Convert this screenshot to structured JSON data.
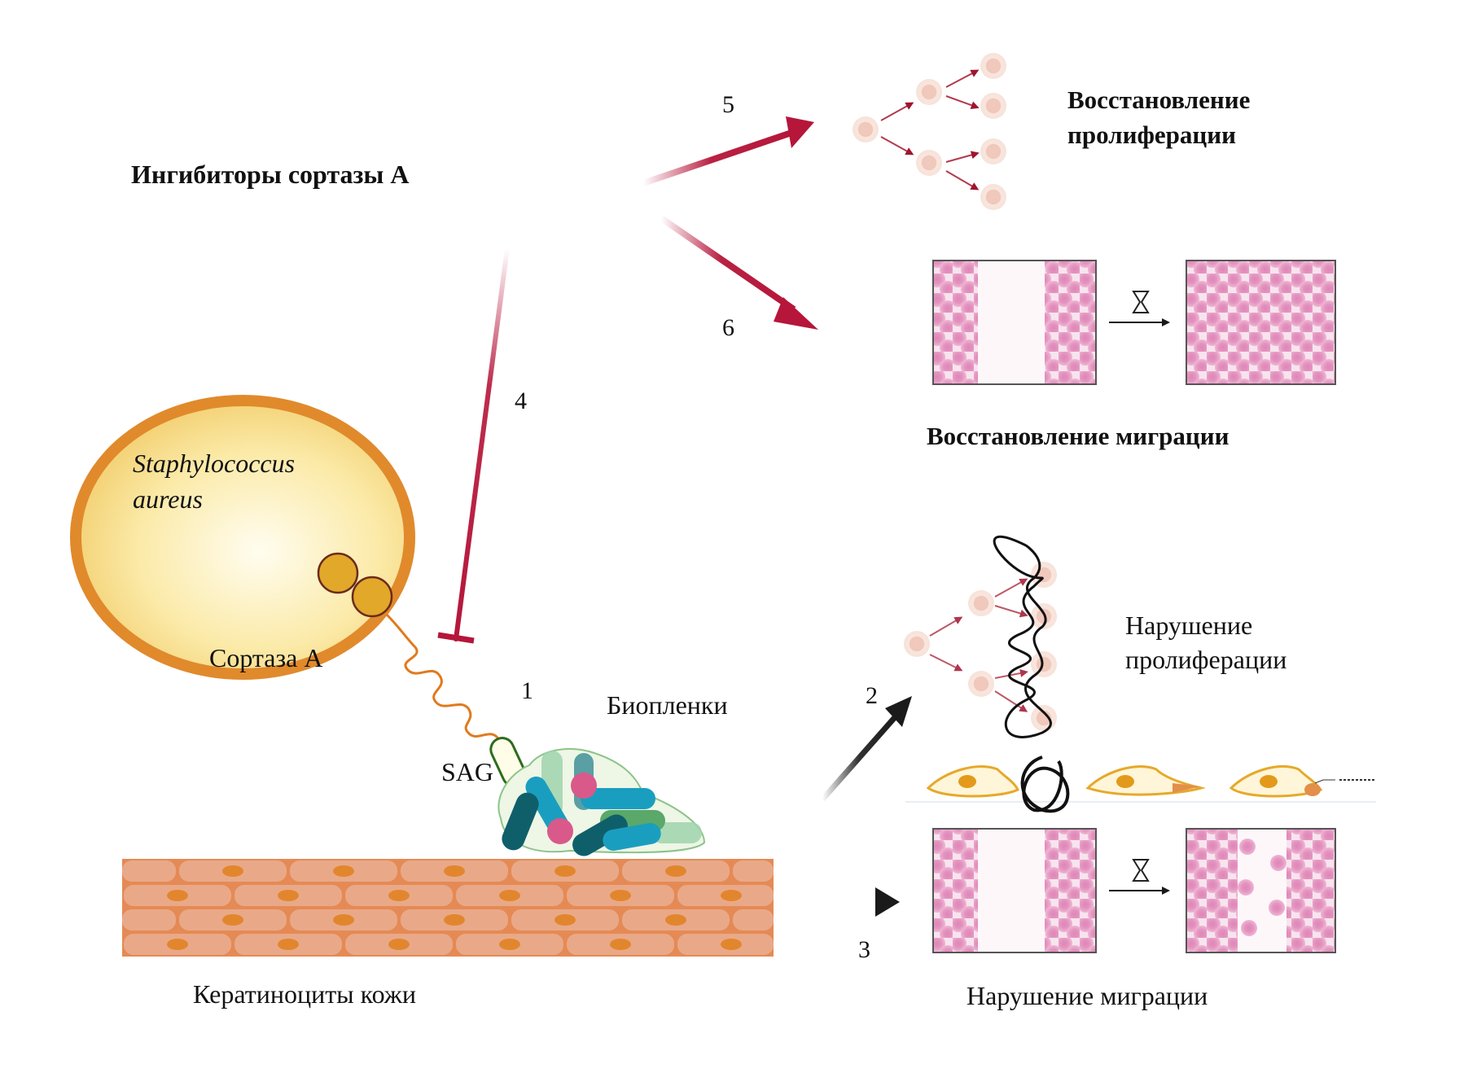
{
  "diagram": {
    "inhibitors_label": "Ингибиторы сортазы А",
    "organism": {
      "line1": "Staphylococcus",
      "line2": "aureus"
    },
    "sortase_label": "Сортаза А",
    "sag_label": "SAG",
    "biofilm_label": "Биопленки",
    "keratinocytes_label": "Кератиноциты кожи",
    "outcomes": {
      "restore_proliferation": {
        "line1": "Восстановление",
        "line2": "пролиферации"
      },
      "restore_migration": "Восстановление миграции",
      "impaired_proliferation": {
        "line1": "Нарушение",
        "line2": "пролиферации"
      },
      "impaired_migration": "Нарушение миграции"
    },
    "steps": {
      "s1": "1",
      "s2": "2",
      "s3": "3",
      "s4": "4",
      "s5": "5",
      "s6": "6"
    },
    "colors": {
      "inhibit_red": "#b5163a",
      "effect_black": "#1a1a1a",
      "bacterium_rim": "#e08a2c",
      "bacterium_fill": "#fbe9a6",
      "sortase": "#e1a82a",
      "keratinocyte": "#e9a988",
      "keratinocyte_nucleus": "#e2862e",
      "cell_pink": "#e79bc4",
      "cell_blush": "#f6ddd2"
    }
  }
}
